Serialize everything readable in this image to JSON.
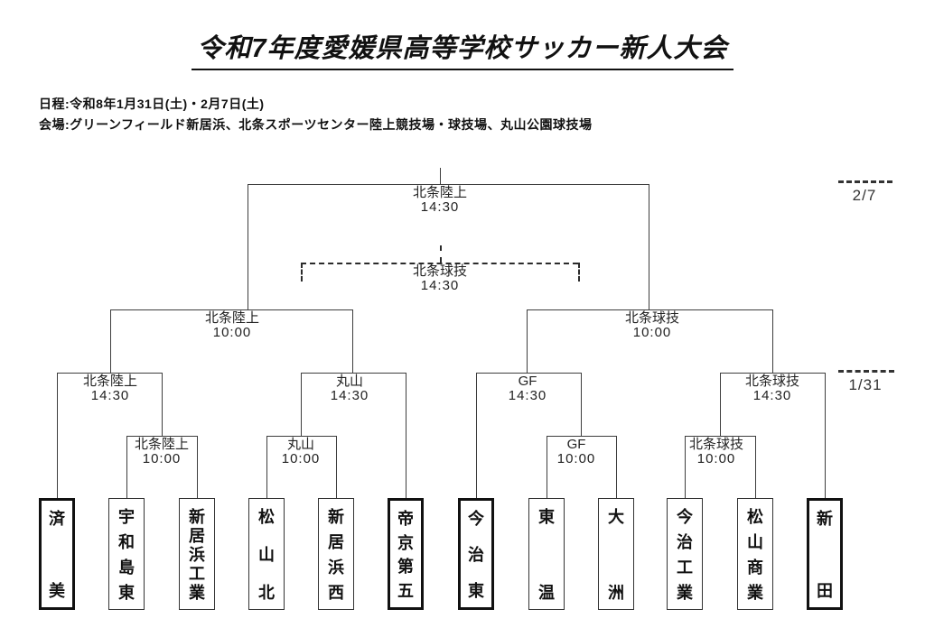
{
  "title": "令和7年度愛媛県高等学校サッカー新人大会",
  "info": {
    "schedule": "日程:令和8年1月31日(土)・2月7日(土)",
    "venue": "会場:グリーンフィールド新居浜、北条スポーツセンター陸上競技場・球技場、丸山公園球技場"
  },
  "date_markers": [
    {
      "label": "2/7"
    },
    {
      "label": "1/31"
    }
  ],
  "matches": {
    "final": {
      "venue": "北条陸上",
      "time": "14:30"
    },
    "third_place": {
      "venue": "北条球技",
      "time": "14:30"
    },
    "semifinal_left": {
      "venue": "北条陸上",
      "time": "10:00"
    },
    "semifinal_right": {
      "venue": "北条球技",
      "time": "10:00"
    },
    "quarterfinals": [
      {
        "venue": "北条陸上",
        "time": "14:30"
      },
      {
        "venue": "丸山",
        "time": "14:30"
      },
      {
        "venue": "GF",
        "time": "14:30"
      },
      {
        "venue": "北条球技",
        "time": "14:30"
      }
    ],
    "first_round": [
      {
        "venue": "北条陸上",
        "time": "10:00"
      },
      {
        "venue": "丸山",
        "time": "10:00"
      },
      {
        "venue": "GF",
        "time": "10:00"
      },
      {
        "venue": "北条球技",
        "time": "10:00"
      }
    ]
  },
  "teams": [
    {
      "name": "済美",
      "seeded": true
    },
    {
      "name": "宇和島東",
      "seeded": false
    },
    {
      "name": "新居浜工業",
      "seeded": false
    },
    {
      "name": "松山北",
      "seeded": false
    },
    {
      "name": "新居浜西",
      "seeded": false
    },
    {
      "name": "帝京第五",
      "seeded": true
    },
    {
      "name": "今治東",
      "seeded": true
    },
    {
      "name": "東温",
      "seeded": false
    },
    {
      "name": "大洲",
      "seeded": false
    },
    {
      "name": "今治工業",
      "seeded": false
    },
    {
      "name": "松山商業",
      "seeded": false
    },
    {
      "name": "新田",
      "seeded": true
    }
  ],
  "colors": {
    "line": "#3d3d3d",
    "text": "#1a1a1a",
    "background": "#ffffff"
  }
}
